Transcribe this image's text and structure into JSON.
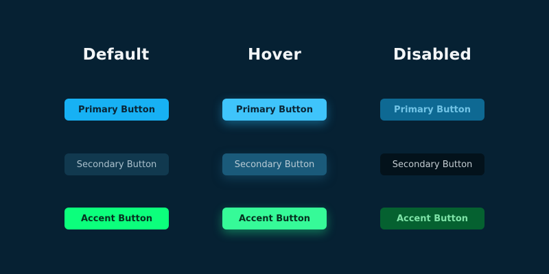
{
  "columns": {
    "default": {
      "title": "Default"
    },
    "hover": {
      "title": "Hover"
    },
    "disabled": {
      "title": "Disabled"
    }
  },
  "buttons": {
    "primary": {
      "label": "Primary Button"
    },
    "secondary": {
      "label": "Secondary Button"
    },
    "accent": {
      "label": "Accent Button"
    }
  },
  "colors": {
    "background": "#062133",
    "primary": "#17b1f4",
    "primary_hover": "#3fc4fb",
    "primary_disabled": "#0e6993",
    "secondary": "#11394f",
    "secondary_hover": "#1a5a7a",
    "secondary_disabled": "#03121b",
    "accent": "#0cff7c",
    "accent_hover": "#36fa98",
    "accent_disabled": "#056130"
  }
}
